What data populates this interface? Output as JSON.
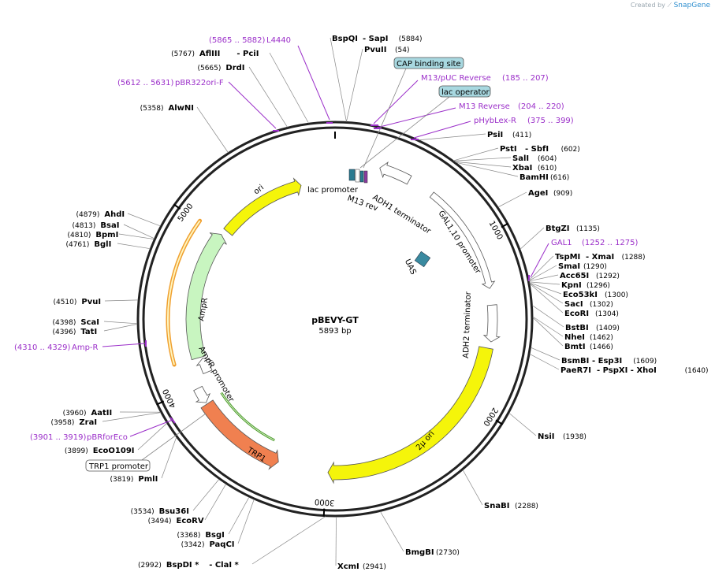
{
  "credit": {
    "prefix": "Created by",
    "brand": "SnapGene"
  },
  "plasmid": {
    "name": "pBEVY-GT",
    "length_label": "5893 bp",
    "total_bp": 5893
  },
  "colors": {
    "backbone": "#222222",
    "yellow": "#f5f50a",
    "green": "#c8f5c0",
    "orange": "#f08050",
    "white": "#ffffff",
    "primer": "#9b2fc9",
    "uas": "#3a8aa0"
  },
  "ticks": [
    {
      "bp": 1000,
      "label": "1000"
    },
    {
      "bp": 2000,
      "label": "2000"
    },
    {
      "bp": 3000,
      "label": "3000"
    },
    {
      "bp": 4000,
      "label": "4000"
    },
    {
      "bp": 5000,
      "label": "5000"
    }
  ],
  "enzymes": {
    "right": [
      {
        "bp": 54,
        "name": "BspQI",
        "name2": "- SapI",
        "pos": "(5884)"
      },
      {
        "bp": 54,
        "name": "PvuII",
        "pos": "(54)"
      },
      {
        "bp": 411,
        "name": "PsiI",
        "pos": "(411)"
      },
      {
        "bp": 602,
        "name": "PstI",
        "name2": "- SbfI",
        "pos": "(602)"
      },
      {
        "bp": 604,
        "name": "SalI",
        "pos": "(604)"
      },
      {
        "bp": 610,
        "name": "XbaI",
        "pos": "(610)"
      },
      {
        "bp": 616,
        "name": "BamHI",
        "pos": "(616)"
      },
      {
        "bp": 909,
        "name": "AgeI",
        "pos": "(909)"
      },
      {
        "bp": 1135,
        "name": "BtgZI",
        "pos": "(1135)"
      },
      {
        "bp": 1288,
        "name": "TspMI",
        "name2": "- XmaI",
        "pos": "(1288)"
      },
      {
        "bp": 1290,
        "name": "SmaI",
        "pos": "(1290)"
      },
      {
        "bp": 1292,
        "name": "Acc65I",
        "pos": "(1292)"
      },
      {
        "bp": 1296,
        "name": "KpnI",
        "pos": "(1296)"
      },
      {
        "bp": 1300,
        "name": "Eco53kI",
        "pos": "(1300)"
      },
      {
        "bp": 1302,
        "name": "SacI",
        "pos": "(1302)"
      },
      {
        "bp": 1304,
        "name": "EcoRI",
        "pos": "(1304)"
      },
      {
        "bp": 1409,
        "name": "BstBI",
        "pos": "(1409)"
      },
      {
        "bp": 1462,
        "name": "NheI",
        "pos": "(1462)"
      },
      {
        "bp": 1466,
        "name": "BmtI",
        "pos": "(1466)"
      },
      {
        "bp": 1609,
        "name": "BsmBI",
        "name2": "- Esp3I",
        "pos": "(1609)"
      },
      {
        "bp": 1640,
        "name": "PaeR7I",
        "name2": "- PspXI   - XhoI",
        "pos": "(1640)"
      },
      {
        "bp": 1938,
        "name": "NsiI",
        "pos": "(1938)"
      },
      {
        "bp": 2288,
        "name": "SnaBI",
        "pos": "(2288)"
      },
      {
        "bp": 2730,
        "name": "BmgBI",
        "pos": "(2730)"
      },
      {
        "bp": 2941,
        "name": "XcmI",
        "pos": "(2941)"
      }
    ],
    "left": [
      {
        "bp": 2992,
        "name": "BspDI *",
        "name2": "- ClaI *",
        "pos": "(2992)"
      },
      {
        "bp": 3342,
        "name": "PaqCI",
        "pos": "(3342)"
      },
      {
        "bp": 3368,
        "name": "BsgI",
        "pos": "(3368)"
      },
      {
        "bp": 3494,
        "name": "EcoRV",
        "pos": "(3494)"
      },
      {
        "bp": 3534,
        "name": "Bsu36I",
        "pos": "(3534)"
      },
      {
        "bp": 3819,
        "name": "PmlI",
        "pos": "(3819)"
      },
      {
        "bp": 3899,
        "name": "EcoO109I",
        "pos": "(3899)"
      },
      {
        "bp": 3958,
        "name": "ZraI",
        "pos": "(3958)"
      },
      {
        "bp": 3960,
        "name": "AatII",
        "pos": "(3960)"
      },
      {
        "bp": 4396,
        "name": "TatI",
        "pos": "(4396)"
      },
      {
        "bp": 4398,
        "name": "ScaI",
        "pos": "(4398)"
      },
      {
        "bp": 4510,
        "name": "PvuI",
        "pos": "(4510)"
      },
      {
        "bp": 4761,
        "name": "BglI",
        "pos": "(4761)"
      },
      {
        "bp": 4810,
        "name": "BpmI",
        "pos": "(4810)"
      },
      {
        "bp": 4813,
        "name": "BsaI",
        "pos": "(4813)"
      },
      {
        "bp": 4879,
        "name": "AhdI",
        "pos": "(4879)"
      },
      {
        "bp": 5358,
        "name": "AlwNI",
        "pos": "(5358)"
      },
      {
        "bp": 5665,
        "name": "DrdI",
        "pos": "(5665)"
      },
      {
        "bp": 5767,
        "name": "AflIII",
        "name2": "- PciI",
        "pos": "(5767)"
      }
    ]
  },
  "primers": [
    {
      "name": "L4440",
      "range": "(5865 .. 5882)"
    },
    {
      "name": "pBR322ori-F",
      "range": "(5612 .. 5631)"
    },
    {
      "name": "M13/pUC Reverse",
      "range": "(185 .. 207)"
    },
    {
      "name": "M13 Reverse",
      "range": "(204 .. 220)"
    },
    {
      "name": "pHybLex-R",
      "range": "(375 .. 399)"
    },
    {
      "name": "GAL1",
      "range": "(1252 .. 1275)"
    },
    {
      "name": "Amp-R",
      "range": "(4310 .. 4329)"
    },
    {
      "name": "pBRforEco",
      "range": "(3901 .. 3919)"
    }
  ],
  "boxed_labels": [
    {
      "text": "CAP binding site",
      "fill": "#a8d8e0"
    },
    {
      "text": "lac operator",
      "fill": "#a8d8e0"
    },
    {
      "text": "TRP1 promoter",
      "fill": "#ffffff"
    }
  ],
  "features": [
    {
      "name": "ori",
      "start": 5060,
      "end": 5660,
      "fill": "#f5f50a",
      "dir": 1
    },
    {
      "name": "lac promoter",
      "start": 100,
      "end": 130,
      "fill": "#2a7a90",
      "dir": 1
    },
    {
      "name": "M13 rev",
      "start": 185,
      "end": 215,
      "fill": "#8a3aa0",
      "dir": 1
    },
    {
      "name": "ADH1 terminator",
      "start": 270,
      "end": 460,
      "fill": "#ffffff",
      "dir": -1
    },
    {
      "name": "GAL1,10 promoter",
      "start": 620,
      "end": 1290,
      "fill": "#ffffff",
      "dir": 1
    },
    {
      "name": "UAS",
      "fill": "#3a8aa0"
    },
    {
      "name": "ADH2 terminator",
      "start": 1390,
      "end": 1610,
      "fill": "#ffffff",
      "dir": 1
    },
    {
      "name": "2μ ori",
      "start": 1650,
      "end": 2990,
      "fill": "#f5f50a",
      "dir": 1
    },
    {
      "name": "TRP1",
      "start": 3300,
      "end": 3870,
      "fill": "#f08050",
      "dir": -1
    },
    {
      "name": "TRP1 promoter",
      "start": 3880,
      "end": 3980,
      "fill": "#ffffff",
      "dir": -1
    },
    {
      "name": "AmpR promoter",
      "start": 4050,
      "end": 4150,
      "fill": "#ffffff",
      "dir": 1
    },
    {
      "name": "AmpR",
      "start": 4160,
      "end": 5020,
      "fill": "#c8f5c0",
      "dir": 1
    }
  ]
}
